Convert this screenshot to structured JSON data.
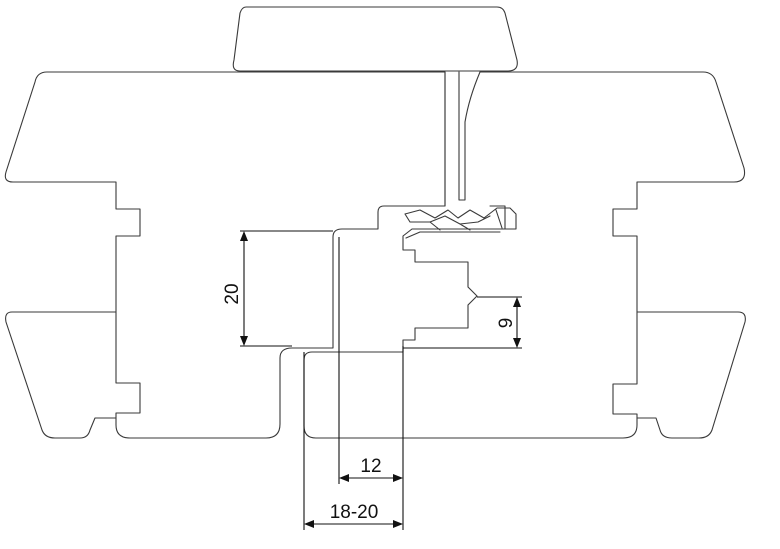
{
  "dimensions": {
    "rebate_depth": "20",
    "seal_offset": "9",
    "gasket_gap": "12",
    "overlap_range": "18-20"
  }
}
